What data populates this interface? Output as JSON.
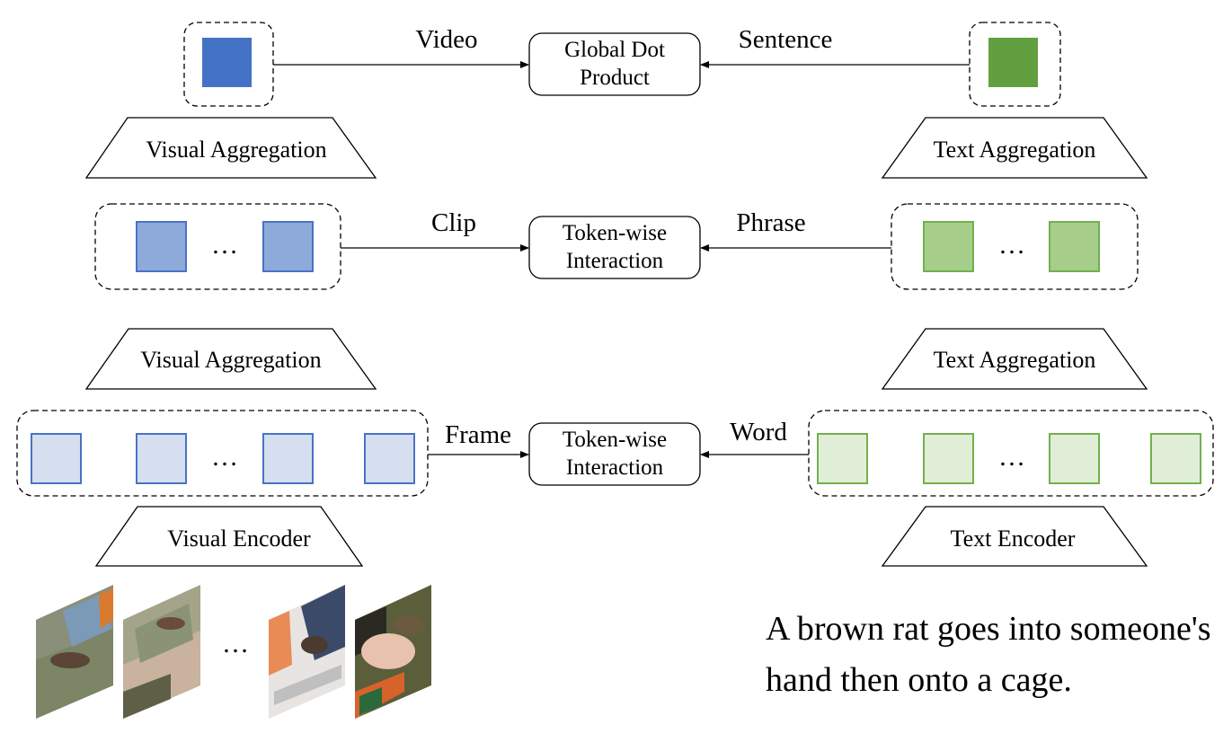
{
  "video_label": "Video",
  "sentence_label": "Sentence",
  "clip_label": "Clip",
  "phrase_label": "Phrase",
  "frame_label": "Frame",
  "word_label": "Word",
  "global_box": {
    "line1": "Global Dot",
    "line2": "Product"
  },
  "token_box_mid": {
    "line1": "Token-wise",
    "line2": "Interaction"
  },
  "token_box_low": {
    "line1": "Token-wise",
    "line2": "Interaction"
  },
  "visual_aggregation_top": "Visual Aggregation",
  "visual_aggregation_mid": "Visual Aggregation",
  "visual_encoder": "Visual Encoder",
  "text_aggregation_top": "Text Aggregation",
  "text_aggregation_mid": "Text Aggregation",
  "text_encoder": "Text Encoder",
  "ellipsis": "…",
  "caption": {
    "line1": "A brown rat goes into someone's",
    "line2": "hand then onto a cage."
  },
  "colors": {
    "video_token": "#4472c4",
    "clip_token": "#8eaadb",
    "frame_token": "#d6dfef",
    "visual_border": "#4a72c4",
    "sentence_token": "#62a03f",
    "phrase_token": "#a6cd8a",
    "word_token": "#e1eed7",
    "text_border": "#72b04e"
  },
  "icons": [
    "video-frame-image"
  ]
}
